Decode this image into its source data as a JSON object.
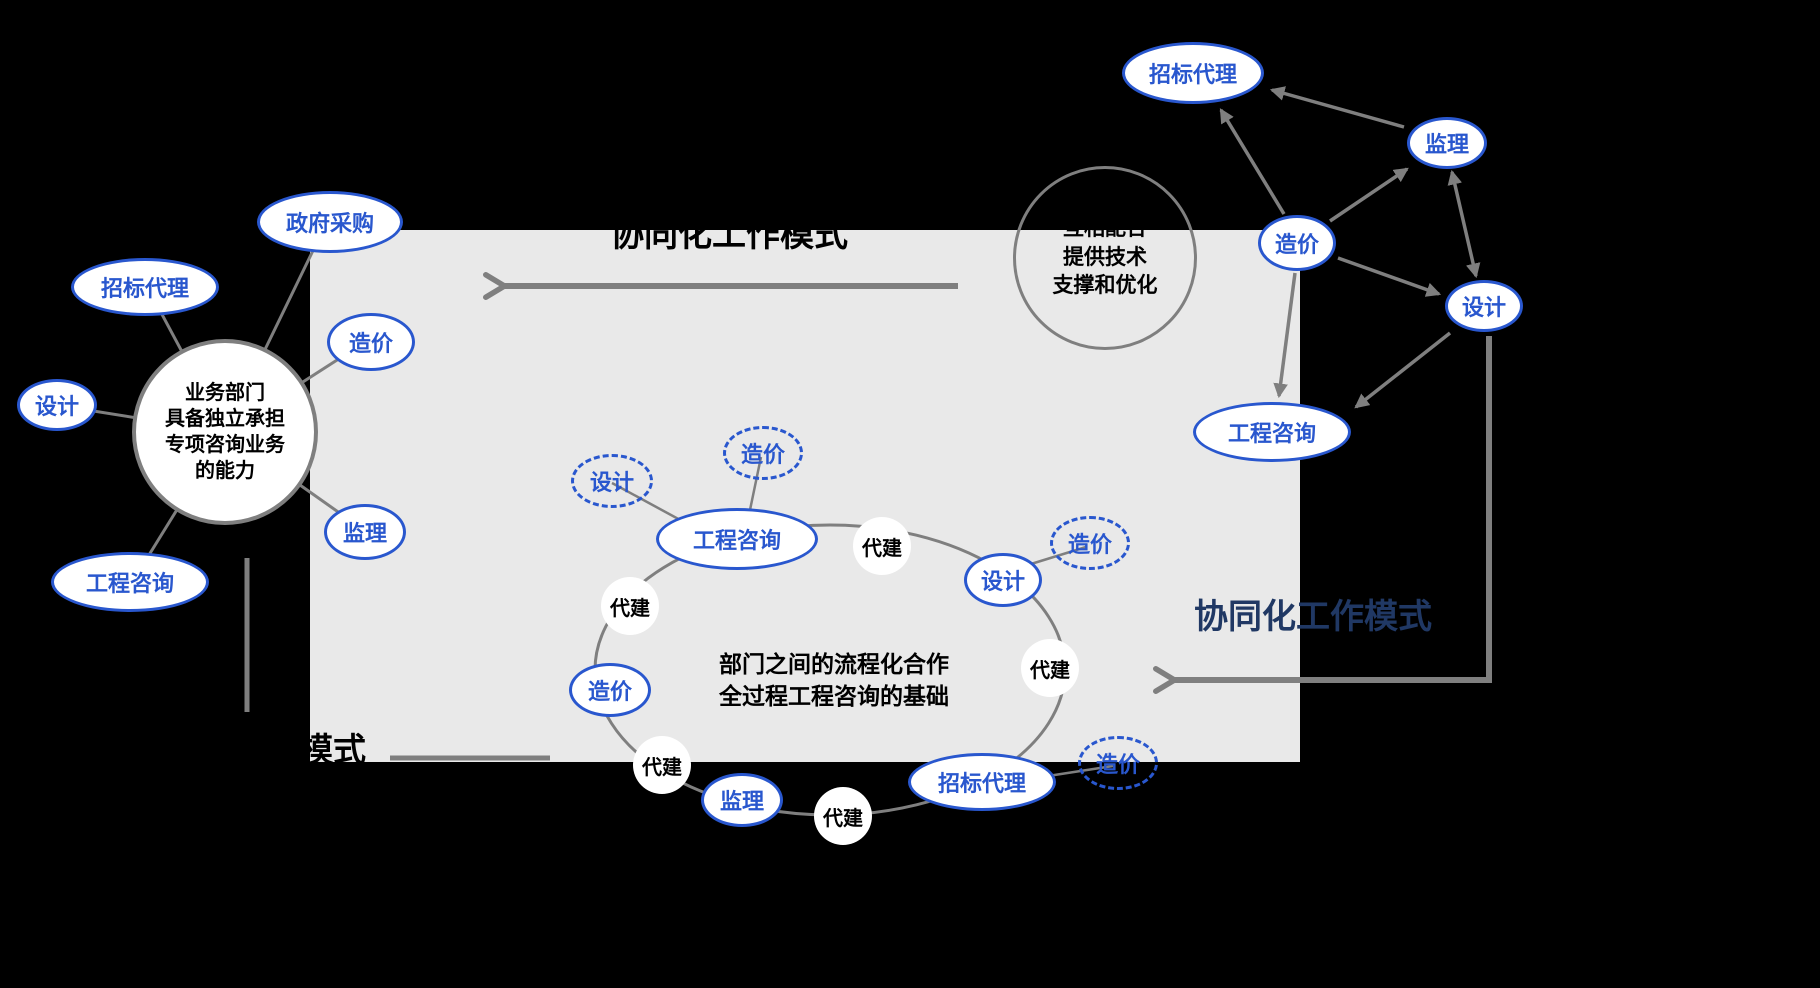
{
  "colors": {
    "background": "#000000",
    "panel": "#e9e9e9",
    "node_blue": "#2957ce",
    "line_gray": "#7f7f7f",
    "title_top": "#000000",
    "title_right": "#203864"
  },
  "titles": {
    "top": "协同化工作模式",
    "right": "协同化工作模式",
    "bottom_partial": "模式"
  },
  "left_cluster": {
    "center_text": "业务部门\n具备独立承担\n专项咨询业务\n的能力",
    "satellites": [
      {
        "label": "政府采购"
      },
      {
        "label": "招标代理"
      },
      {
        "label": "设计"
      },
      {
        "label": "工程咨询"
      },
      {
        "label": "监理"
      },
      {
        "label": "造价"
      }
    ]
  },
  "top_right_cluster": {
    "note_text": "互相配合\n提供技术\n支撑和优化",
    "nodes": [
      {
        "label": "招标代理"
      },
      {
        "label": "监理"
      },
      {
        "label": "造价"
      },
      {
        "label": "设计"
      },
      {
        "label": "工程咨询"
      }
    ]
  },
  "cycle": {
    "center_text": "部门之间的流程化合作\n全过程工程咨询的基础",
    "edge_label": "代建",
    "nodes": [
      {
        "label": "工程咨询"
      },
      {
        "label": "设计"
      },
      {
        "label": "招标代理"
      },
      {
        "label": "监理"
      },
      {
        "label": "造价"
      }
    ],
    "dashed_nodes": [
      {
        "label": "设计"
      },
      {
        "label": "造价"
      },
      {
        "label": "造价"
      },
      {
        "label": "造价"
      }
    ]
  }
}
